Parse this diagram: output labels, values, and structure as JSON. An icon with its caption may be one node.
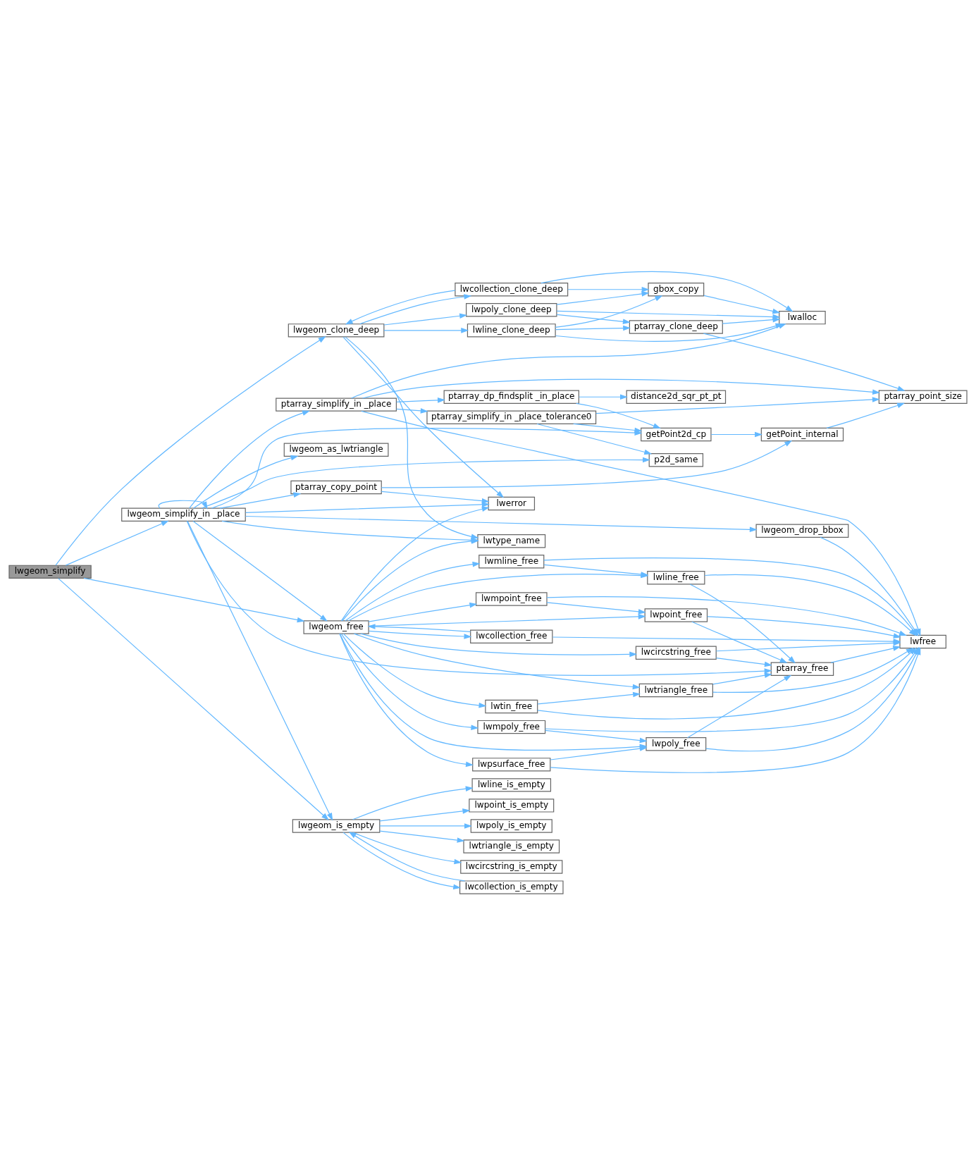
{
  "diagram": {
    "nodes": [
      {
        "text": [
          "lwgeom_simplify"
        ]
      },
      {
        "text": [
          "lwgeom_clone_deep"
        ]
      },
      {
        "text": [
          "lwgeom_free"
        ]
      },
      {
        "text": [
          "lwgeom_simplify_in _place"
        ]
      },
      {
        "text": [
          "lwgeom_is_empty"
        ]
      },
      {
        "text": [
          "ptarray_copy_point"
        ]
      },
      {
        "text": [
          "ptarray_simplify_in _place"
        ]
      },
      {
        "text": [
          "lwgeom_as_lwtriangle"
        ]
      },
      {
        "text": [
          "lwline_clone_deep"
        ]
      },
      {
        "text": [
          "lwpoly_clone_deep"
        ]
      },
      {
        "text": [
          "lwcollection_clone_deep"
        ]
      },
      {
        "text": [
          "lwtype_name"
        ]
      },
      {
        "text": [
          "lwmline_free"
        ]
      },
      {
        "text": [
          "lwmpoint_free"
        ]
      },
      {
        "text": [
          "lwmpoly_free"
        ]
      },
      {
        "text": [
          "lwpsurface_free"
        ]
      },
      {
        "text": [
          "lwtin_free"
        ]
      },
      {
        "text": [
          "lwcollection_free"
        ]
      },
      {
        "text": [
          "lwerror"
        ]
      },
      {
        "text": [
          "ptarray_dp_findsplit _in_place"
        ]
      },
      {
        "text": [
          "ptarray_simplify_in _place_tolerance0"
        ]
      },
      {
        "text": [
          "lwpoly_is_empty"
        ]
      },
      {
        "text": [
          "lwtriangle_is_empty"
        ]
      },
      {
        "text": [
          "lwcircstring_is_empty"
        ]
      },
      {
        "text": [
          "lwcollection_is_empty"
        ]
      },
      {
        "text": [
          "lwline_is_empty"
        ]
      },
      {
        "text": [
          "lwpoint_is_empty"
        ]
      },
      {
        "text": [
          "ptarray_clone_deep"
        ]
      },
      {
        "text": [
          "gbox_copy"
        ]
      },
      {
        "text": [
          "lwcircstring_free"
        ]
      },
      {
        "text": [
          "lwline_free"
        ]
      },
      {
        "text": [
          "lwpoint_free"
        ]
      },
      {
        "text": [
          "lwpoly_free"
        ]
      },
      {
        "text": [
          "lwtriangle_free"
        ]
      },
      {
        "text": [
          "lwgeom_drop_bbox"
        ]
      },
      {
        "text": [
          "getPoint_internal"
        ]
      },
      {
        "text": [
          "distance2d_sqr_pt_pt"
        ]
      },
      {
        "text": [
          "getPoint2d_cp"
        ]
      },
      {
        "text": [
          "p2d_same"
        ]
      },
      {
        "text": [
          "lwalloc"
        ]
      },
      {
        "text": [
          "ptarray_free"
        ]
      },
      {
        "text": [
          "lwfree"
        ]
      },
      {
        "text": [
          "ptarray_point_size"
        ]
      }
    ],
    "edges": [
      {
        "from": 0,
        "to": 1,
        "arrow": "to"
      },
      {
        "from": 0,
        "to": 2,
        "arrow": "to"
      },
      {
        "from": 0,
        "to": 3,
        "arrow": "to"
      },
      {
        "from": 0,
        "to": 4,
        "arrow": "to"
      },
      {
        "from": 1,
        "to": 8,
        "arrow": "to"
      },
      {
        "from": 1,
        "to": 9,
        "arrow": "to"
      },
      {
        "from": 1,
        "to": 10,
        "arrow": "to"
      },
      {
        "from": 1,
        "to": 11,
        "arrow": "to"
      },
      {
        "from": 1,
        "to": 18,
        "arrow": "to"
      },
      {
        "from": 8,
        "to": 27,
        "arrow": "to"
      },
      {
        "from": 8,
        "to": 28,
        "arrow": "to"
      },
      {
        "from": 8,
        "to": 39,
        "arrow": "to"
      },
      {
        "from": 9,
        "to": 27,
        "arrow": "to"
      },
      {
        "from": 9,
        "to": 28,
        "arrow": "to"
      },
      {
        "from": 9,
        "to": 39,
        "arrow": "to"
      },
      {
        "from": 10,
        "to": 1,
        "arrow": "to"
      },
      {
        "from": 10,
        "to": 28,
        "arrow": "to"
      },
      {
        "from": 10,
        "to": 39,
        "arrow": "to"
      },
      {
        "from": 27,
        "to": 39,
        "arrow": "to"
      },
      {
        "from": 27,
        "to": 42,
        "arrow": "to"
      },
      {
        "from": 28,
        "to": 39,
        "arrow": "to"
      },
      {
        "from": 2,
        "to": 11,
        "arrow": "to"
      },
      {
        "from": 2,
        "to": 12,
        "arrow": "to"
      },
      {
        "from": 2,
        "to": 29,
        "arrow": "to"
      },
      {
        "from": 2,
        "to": 30,
        "arrow": "to"
      },
      {
        "from": 2,
        "to": 13,
        "arrow": "to"
      },
      {
        "from": 2,
        "to": 31,
        "arrow": "to"
      },
      {
        "from": 2,
        "to": 14,
        "arrow": "to"
      },
      {
        "from": 2,
        "to": 32,
        "arrow": "to"
      },
      {
        "from": 2,
        "to": 15,
        "arrow": "to"
      },
      {
        "from": 2,
        "to": 16,
        "arrow": "to"
      },
      {
        "from": 2,
        "to": 33,
        "arrow": "to"
      },
      {
        "from": 2,
        "to": 17,
        "arrow": "to"
      },
      {
        "from": 2,
        "to": 18,
        "arrow": "to"
      },
      {
        "from": 12,
        "to": 30,
        "arrow": "to"
      },
      {
        "from": 12,
        "to": 41,
        "arrow": "to"
      },
      {
        "from": 29,
        "to": 40,
        "arrow": "to"
      },
      {
        "from": 29,
        "to": 41,
        "arrow": "to"
      },
      {
        "from": 30,
        "to": 40,
        "arrow": "to"
      },
      {
        "from": 30,
        "to": 41,
        "arrow": "to"
      },
      {
        "from": 13,
        "to": 31,
        "arrow": "to"
      },
      {
        "from": 13,
        "to": 41,
        "arrow": "to"
      },
      {
        "from": 31,
        "to": 40,
        "arrow": "to"
      },
      {
        "from": 31,
        "to": 41,
        "arrow": "to"
      },
      {
        "from": 14,
        "to": 32,
        "arrow": "to"
      },
      {
        "from": 14,
        "to": 41,
        "arrow": "to"
      },
      {
        "from": 32,
        "to": 40,
        "arrow": "to"
      },
      {
        "from": 32,
        "to": 41,
        "arrow": "to"
      },
      {
        "from": 15,
        "to": 32,
        "arrow": "to"
      },
      {
        "from": 15,
        "to": 41,
        "arrow": "to"
      },
      {
        "from": 16,
        "to": 33,
        "arrow": "to"
      },
      {
        "from": 16,
        "to": 41,
        "arrow": "to"
      },
      {
        "from": 33,
        "to": 40,
        "arrow": "to"
      },
      {
        "from": 33,
        "to": 41,
        "arrow": "to"
      },
      {
        "from": 17,
        "to": 2,
        "arrow": "to"
      },
      {
        "from": 17,
        "to": 41,
        "arrow": "to"
      },
      {
        "from": 40,
        "to": 41,
        "arrow": "to"
      },
      {
        "from": 3,
        "to": 3,
        "arrow": "to"
      },
      {
        "from": 3,
        "to": 11,
        "arrow": "to"
      },
      {
        "from": 3,
        "to": 2,
        "arrow": "to"
      },
      {
        "from": 3,
        "to": 18,
        "arrow": "to"
      },
      {
        "from": 3,
        "to": 5,
        "arrow": "to"
      },
      {
        "from": 3,
        "to": 34,
        "arrow": "to"
      },
      {
        "from": 3,
        "to": 40,
        "arrow": "to"
      },
      {
        "from": 3,
        "to": 6,
        "arrow": "to"
      },
      {
        "from": 3,
        "to": 37,
        "arrow": "to"
      },
      {
        "from": 3,
        "to": 38,
        "arrow": "to"
      },
      {
        "from": 3,
        "to": 7,
        "arrow": "to"
      },
      {
        "from": 3,
        "to": 4,
        "arrow": "to"
      },
      {
        "from": 5,
        "to": 18,
        "arrow": "to"
      },
      {
        "from": 5,
        "to": 35,
        "arrow": "to"
      },
      {
        "from": 34,
        "to": 41,
        "arrow": "to"
      },
      {
        "from": 6,
        "to": 39,
        "arrow": "to"
      },
      {
        "from": 6,
        "to": 41,
        "arrow": "to"
      },
      {
        "from": 6,
        "to": 42,
        "arrow": "to"
      },
      {
        "from": 6,
        "to": 19,
        "arrow": "to"
      },
      {
        "from": 6,
        "to": 20,
        "arrow": "to"
      },
      {
        "from": 35,
        "to": 42,
        "arrow": "to"
      },
      {
        "from": 19,
        "to": 36,
        "arrow": "to"
      },
      {
        "from": 19,
        "to": 37,
        "arrow": "to"
      },
      {
        "from": 37,
        "to": 35,
        "arrow": "to"
      },
      {
        "from": 20,
        "to": 37,
        "arrow": "to"
      },
      {
        "from": 20,
        "to": 42,
        "arrow": "to"
      },
      {
        "from": 20,
        "to": 38,
        "arrow": "to"
      },
      {
        "from": 4,
        "to": 21,
        "arrow": "to"
      },
      {
        "from": 4,
        "to": 22,
        "arrow": "to"
      },
      {
        "from": 4,
        "to": 23,
        "arrow": "to"
      },
      {
        "from": 4,
        "to": 24,
        "arrow": "to"
      },
      {
        "from": 4,
        "to": 25,
        "arrow": "to"
      },
      {
        "from": 4,
        "to": 26,
        "arrow": "to"
      },
      {
        "from": 24,
        "to": 4,
        "arrow": "to"
      }
    ]
  }
}
